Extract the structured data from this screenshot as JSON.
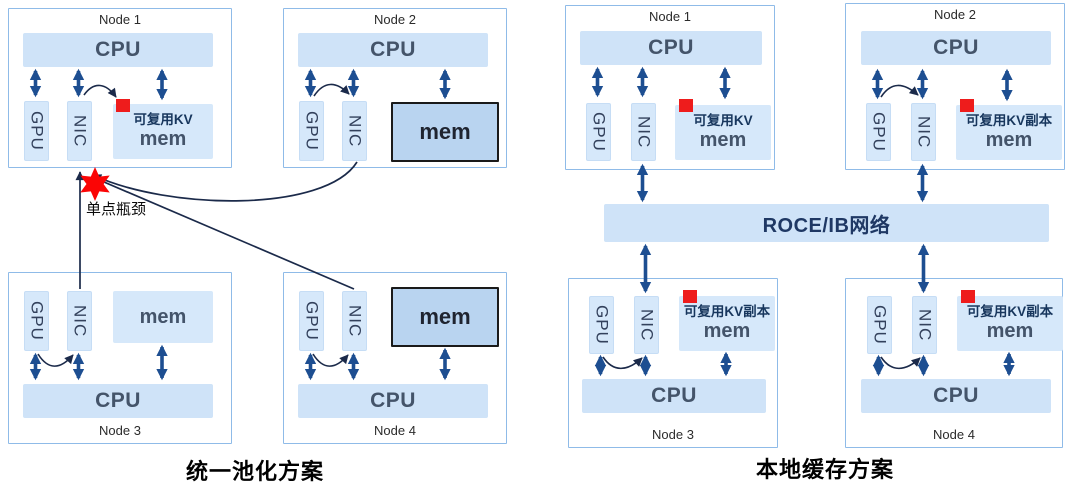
{
  "left_scheme": {
    "title": "统一池化方案",
    "bottleneck_label": "单点瓶颈",
    "nodes": [
      {
        "label": "Node 1",
        "cpu_label": "CPU",
        "gpu_label": "GPU",
        "nic_label": "NIC",
        "kv_label": "可复用KV",
        "mem_label": "mem"
      },
      {
        "label": "Node 2",
        "cpu_label": "CPU",
        "gpu_label": "GPU",
        "nic_label": "NIC",
        "mem_label": "mem"
      },
      {
        "label": "Node 3",
        "cpu_label": "CPU",
        "gpu_label": "GPU",
        "nic_label": "NIC",
        "mem_label": "mem"
      },
      {
        "label": "Node 4",
        "cpu_label": "CPU",
        "gpu_label": "GPU",
        "nic_label": "NIC",
        "mem_label": "mem"
      }
    ]
  },
  "right_scheme": {
    "title": "本地缓存方案",
    "network_label": "ROCE/IB网络",
    "nodes": [
      {
        "label": "Node 1",
        "cpu_label": "CPU",
        "gpu_label": "GPU",
        "nic_label": "NIC",
        "kv_label": "可复用KV",
        "mem_label": "mem"
      },
      {
        "label": "Node 2",
        "cpu_label": "CPU",
        "gpu_label": "GPU",
        "nic_label": "NIC",
        "kv_label": "可复用KV副本",
        "mem_label": "mem"
      },
      {
        "label": "Node 3",
        "cpu_label": "CPU",
        "gpu_label": "GPU",
        "nic_label": "NIC",
        "kv_label": "可复用KV副本",
        "mem_label": "mem"
      },
      {
        "label": "Node 4",
        "cpu_label": "CPU",
        "gpu_label": "GPU",
        "nic_label": "NIC",
        "kv_label": "可复用KV副本",
        "mem_label": "mem"
      }
    ]
  },
  "colors": {
    "panel_fill": "#cfe3f8",
    "box_fill": "#d6e8fa",
    "mem_dark_fill": "#b9d4f0",
    "node_border": "#8fbbe8",
    "arrow_blue": "#1d4e91",
    "connector_navy": "#1b2a4a",
    "alert_red": "#ee1c1c",
    "text_slate": "#44546a",
    "text_navy": "#17365d"
  }
}
